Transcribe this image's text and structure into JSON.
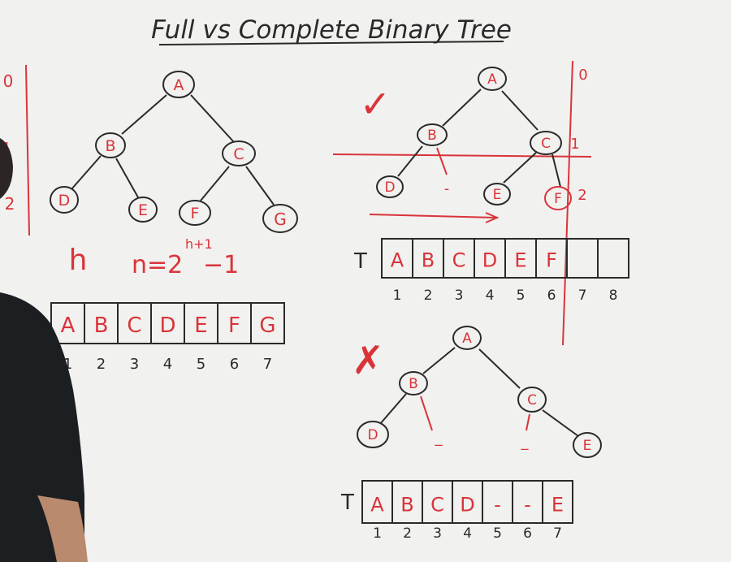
{
  "title": "Full vs Complete Binary Tree",
  "colors": {
    "board": "#f1f1ef",
    "marker_black": "#2a2a2a",
    "marker_red": "#d9343a",
    "person_shirt": "#1c1f22",
    "person_skin": "#b98a6d"
  },
  "level_labels": [
    "0",
    "1",
    "2"
  ],
  "full_tree": {
    "nodes": [
      "A",
      "B",
      "C",
      "D",
      "E",
      "F",
      "G"
    ],
    "height_symbol": "h",
    "formula": {
      "lhs": "n=2",
      "exponent": "h+1",
      "tail": "−1"
    },
    "array": {
      "cells": [
        "A",
        "B",
        "C",
        "D",
        "E",
        "F",
        "G"
      ],
      "indices": [
        "1",
        "2",
        "3",
        "4",
        "5",
        "6",
        "7"
      ]
    }
  },
  "complete_tree": {
    "mark": "✓",
    "nodes": [
      "A",
      "B",
      "C",
      "D",
      "-",
      "E",
      "F"
    ],
    "level_labels": [
      "0",
      "1",
      "2"
    ],
    "array_label": "T",
    "array": {
      "cells": [
        "A",
        "B",
        "C",
        "D",
        "E",
        "F",
        "",
        ""
      ],
      "indices": [
        "1",
        "2",
        "3",
        "4",
        "5",
        "6",
        "7",
        "8"
      ]
    }
  },
  "non_complete_tree": {
    "mark": "✗",
    "nodes": [
      "A",
      "B",
      "C",
      "D",
      "E"
    ],
    "blank_marks": [
      "_",
      "_"
    ],
    "array_label": "T",
    "array": {
      "cells": [
        "A",
        "B",
        "C",
        "D",
        "-",
        "-",
        "E"
      ],
      "indices": [
        "1",
        "2",
        "3",
        "4",
        "5",
        "6",
        "7"
      ]
    }
  }
}
